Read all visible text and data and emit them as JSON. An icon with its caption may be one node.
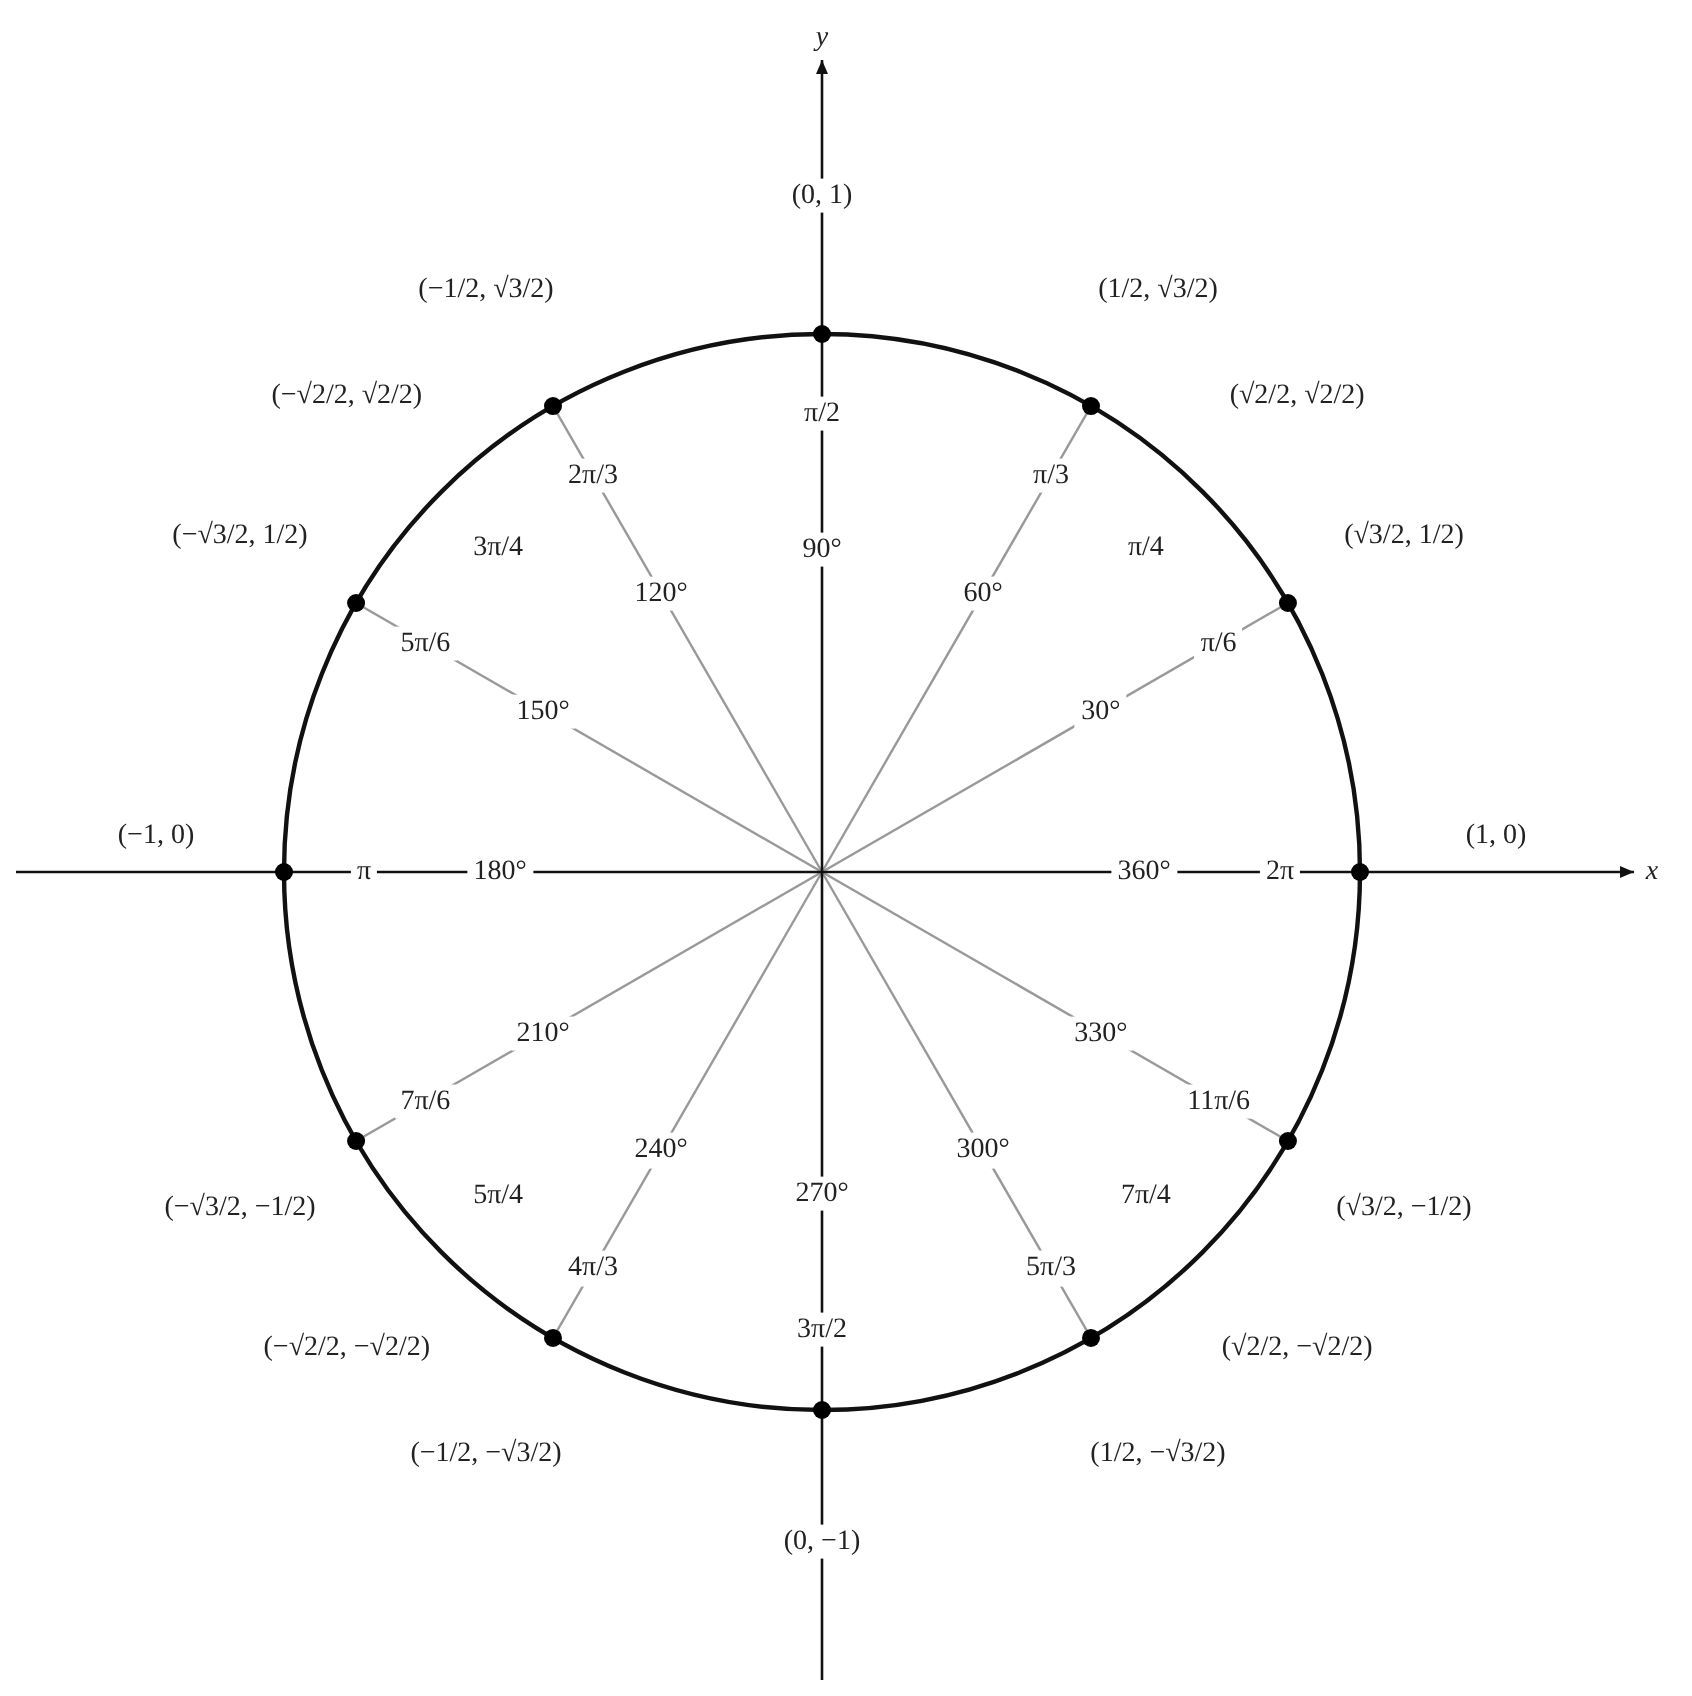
{
  "diagram": {
    "labels": [
      "y",
      "x",
      "(1, 0)",
      "(√3/2, 1/2)",
      "(√2/2, √2/2)",
      "(1/2, √3/2)",
      "(0, 1)",
      "(−1/2, √3/2)",
      "(−√2/2, √2/2)",
      "(−√3/2, 1/2)",
      "(−1, 0)",
      "(−√3/2, −1/2)",
      "(−√2/2, −√2/2)",
      "(−1/2, −√3/2)",
      "(0, −1)",
      "(1/2, −√3/2)",
      "(√2/2, −√2/2)",
      "(√3/2, −1/2)",
      "360°",
      "30°",
      "60°",
      "90°",
      "120°",
      "150°",
      "180°",
      "210°",
      "240°",
      "270°",
      "300°",
      "330°",
      "2π",
      "π/6",
      "π/4",
      "π/3",
      "π/2",
      "2π/3",
      "3π/4",
      "5π/6",
      "π",
      "7π/6",
      "5π/4",
      "4π/3",
      "3π/2",
      "5π/3",
      "7π/4",
      "11π/6"
    ]
  }
}
